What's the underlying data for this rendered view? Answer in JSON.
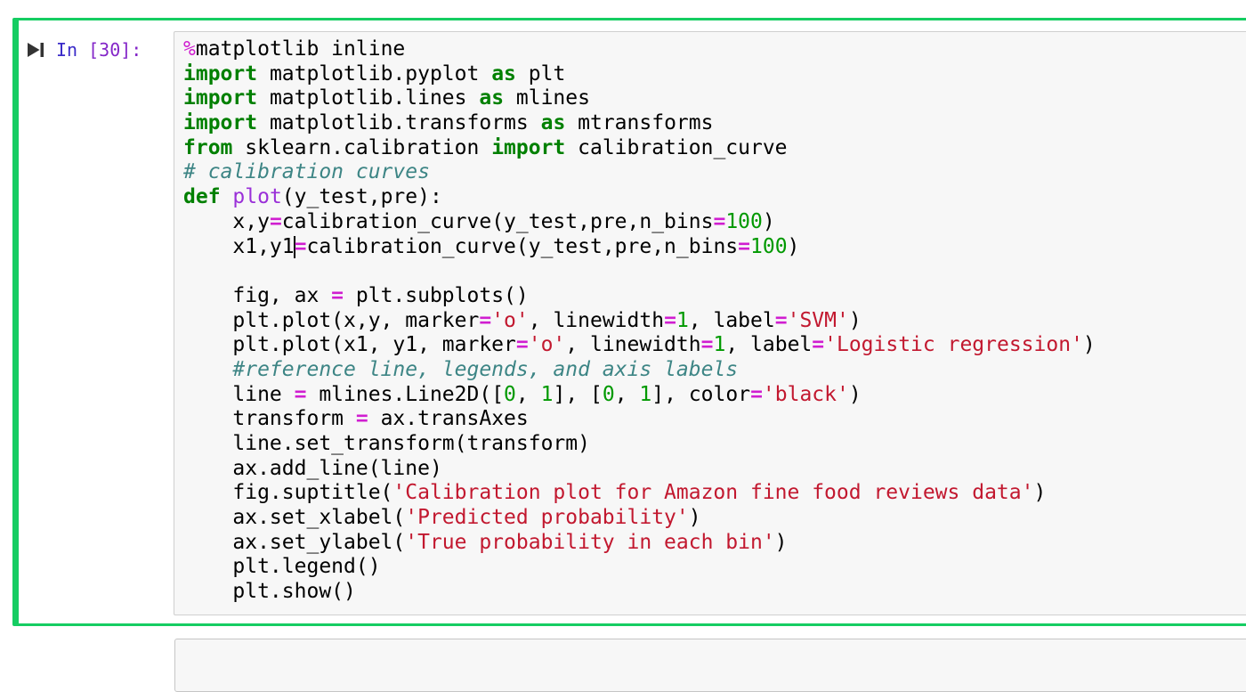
{
  "colors": {
    "page_bg": "#FFFFFF",
    "cell_border": "#15CD62",
    "editor_bg": "#F7F7F7",
    "editor_border": "#CFCFCF",
    "next_cell_border": "#C5C5C5",
    "prompt_in": "#3A2BC8",
    "prompt_bracket": "#8426C8",
    "icon": "#333333",
    "text": "#000000",
    "keyword": "#008000",
    "operator": "#D01ED0",
    "magic": "#D01ED0",
    "number": "#009900",
    "string": "#C2182F",
    "comment": "#3D8585",
    "defname": "#9A30D8"
  },
  "notebook": {
    "selected_cell": {
      "execution_prompt": {
        "in_label": "In ",
        "bracket": "[30]:"
      },
      "run_icon": "step-forward-icon",
      "code_lines": [
        [
          [
            "m",
            "%"
          ],
          [
            "p",
            "matplotlib inline"
          ]
        ],
        [
          [
            "k",
            "import"
          ],
          [
            "p",
            " matplotlib.pyplot "
          ],
          [
            "k",
            "as"
          ],
          [
            "p",
            " plt"
          ]
        ],
        [
          [
            "k",
            "import"
          ],
          [
            "p",
            " matplotlib.lines "
          ],
          [
            "k",
            "as"
          ],
          [
            "p",
            " mlines"
          ]
        ],
        [
          [
            "k",
            "import"
          ],
          [
            "p",
            " matplotlib.transforms "
          ],
          [
            "k",
            "as"
          ],
          [
            "p",
            " mtransforms"
          ]
        ],
        [
          [
            "k",
            "from"
          ],
          [
            "p",
            " sklearn.calibration "
          ],
          [
            "k",
            "import"
          ],
          [
            "p",
            " calibration_curve"
          ]
        ],
        [
          [
            "c",
            "# calibration curves"
          ]
        ],
        [
          [
            "k",
            "def"
          ],
          [
            "p",
            " "
          ],
          [
            "d",
            "plot"
          ],
          [
            "p",
            "(y_test,pre):"
          ]
        ],
        [
          [
            "p",
            "    x,y"
          ],
          [
            "o",
            "="
          ],
          [
            "p",
            "calibration_curve(y_test,pre,n_bins"
          ],
          [
            "o",
            "="
          ],
          [
            "n",
            "100"
          ],
          [
            "p",
            ")"
          ]
        ],
        [
          [
            "p",
            "    x1,y1"
          ],
          [
            "cursor",
            ""
          ],
          [
            "o",
            "="
          ],
          [
            "p",
            "calibration_curve(y_test,pre,n_bins"
          ],
          [
            "o",
            "="
          ],
          [
            "n",
            "100"
          ],
          [
            "p",
            ")"
          ]
        ],
        [],
        [
          [
            "p",
            "    fig, ax "
          ],
          [
            "o",
            "="
          ],
          [
            "p",
            " plt.subplots()"
          ]
        ],
        [
          [
            "p",
            "    plt.plot(x,y, marker"
          ],
          [
            "o",
            "="
          ],
          [
            "s",
            "'o'"
          ],
          [
            "p",
            ", linewidth"
          ],
          [
            "o",
            "="
          ],
          [
            "n",
            "1"
          ],
          [
            "p",
            ", label"
          ],
          [
            "o",
            "="
          ],
          [
            "s",
            "'SVM'"
          ],
          [
            "p",
            ")"
          ]
        ],
        [
          [
            "p",
            "    plt.plot(x1, y1, marker"
          ],
          [
            "o",
            "="
          ],
          [
            "s",
            "'o'"
          ],
          [
            "p",
            ", linewidth"
          ],
          [
            "o",
            "="
          ],
          [
            "n",
            "1"
          ],
          [
            "p",
            ", label"
          ],
          [
            "o",
            "="
          ],
          [
            "s",
            "'Logistic regression'"
          ],
          [
            "p",
            ")"
          ]
        ],
        [
          [
            "p",
            "    "
          ],
          [
            "c",
            "#reference line, legends, and axis labels"
          ]
        ],
        [
          [
            "p",
            "    line "
          ],
          [
            "o",
            "="
          ],
          [
            "p",
            " mlines.Line2D(["
          ],
          [
            "n",
            "0"
          ],
          [
            "p",
            ", "
          ],
          [
            "n",
            "1"
          ],
          [
            "p",
            "], ["
          ],
          [
            "n",
            "0"
          ],
          [
            "p",
            ", "
          ],
          [
            "n",
            "1"
          ],
          [
            "p",
            "], color"
          ],
          [
            "o",
            "="
          ],
          [
            "s",
            "'black'"
          ],
          [
            "p",
            ")"
          ]
        ],
        [
          [
            "p",
            "    transform "
          ],
          [
            "o",
            "="
          ],
          [
            "p",
            " ax.transAxes"
          ]
        ],
        [
          [
            "p",
            "    line.set_transform(transform)"
          ]
        ],
        [
          [
            "p",
            "    ax.add_line(line)"
          ]
        ],
        [
          [
            "p",
            "    fig.suptitle("
          ],
          [
            "s",
            "'Calibration plot for Amazon fine food reviews data'"
          ],
          [
            "p",
            ")"
          ]
        ],
        [
          [
            "p",
            "    ax.set_xlabel("
          ],
          [
            "s",
            "'Predicted probability'"
          ],
          [
            "p",
            ")"
          ]
        ],
        [
          [
            "p",
            "    ax.set_ylabel("
          ],
          [
            "s",
            "'True probability in each bin'"
          ],
          [
            "p",
            ")"
          ]
        ],
        [
          [
            "p",
            "    plt.legend()"
          ]
        ],
        [
          [
            "p",
            "    plt.show()"
          ]
        ]
      ]
    },
    "next_cell_visible": true
  }
}
